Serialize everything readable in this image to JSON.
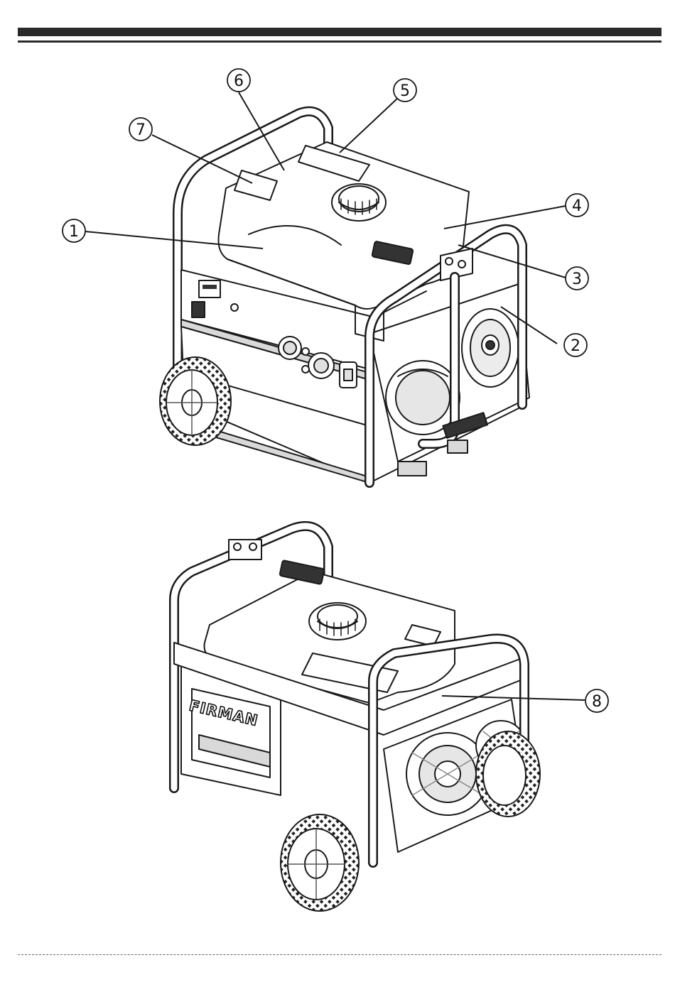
{
  "callouts": {
    "c1": "1",
    "c2": "2",
    "c3": "3",
    "c4": "4",
    "c5": "5",
    "c6": "6",
    "c7": "7",
    "c8": "8"
  },
  "brand_text": "FIRMAN",
  "colors": {
    "line": "#1a1a1a",
    "fill": "#ffffff",
    "shade": "#d9d9d9",
    "dark": "#3a3a3a"
  }
}
